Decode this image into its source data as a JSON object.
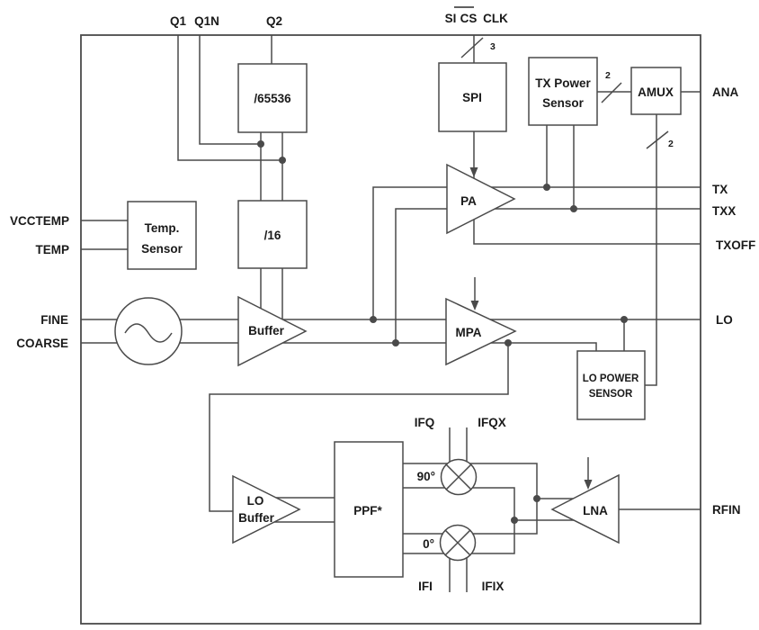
{
  "colors": {
    "line": "#4a4a4a",
    "text": "#1a1a1a",
    "background": "#ffffff"
  },
  "pins": {
    "q1": "Q1",
    "q1n": "Q1N",
    "q2": "Q2",
    "si": "SI",
    "cs": "CS",
    "clk": "CLK",
    "vcctemp": "VCCTEMP",
    "temp": "TEMP",
    "fine": "FINE",
    "coarse": "COARSE",
    "ana": "ANA",
    "tx": "TX",
    "txx": "TXX",
    "txoff": "TXOFF",
    "lo": "LO",
    "rfin": "RFIN",
    "ifq": "IFQ",
    "ifqx": "IFQX",
    "ifi": "IFI",
    "ifix": "IFIX"
  },
  "blocks": {
    "divider_65536": "/65536",
    "divider_16": "/16",
    "temp_sensor": {
      "line1": "Temp.",
      "line2": "Sensor"
    },
    "spi": "SPI",
    "tx_power_sensor": {
      "line1": "TX Power",
      "line2": "Sensor"
    },
    "amux": "AMUX",
    "pa": "PA",
    "mpa": "MPA",
    "buffer": "Buffer",
    "lo_power_sensor": {
      "line1": "LO POWER",
      "line2": "SENSOR"
    },
    "lo_buffer": {
      "line1": "LO",
      "line2": "Buffer"
    },
    "ppf": "PPF*",
    "lna": "LNA",
    "mixer_q_phase": "90°",
    "mixer_i_phase": "0°"
  },
  "bus_widths": {
    "spi": "3",
    "tx_power_sensor": "2",
    "amux": "2"
  }
}
